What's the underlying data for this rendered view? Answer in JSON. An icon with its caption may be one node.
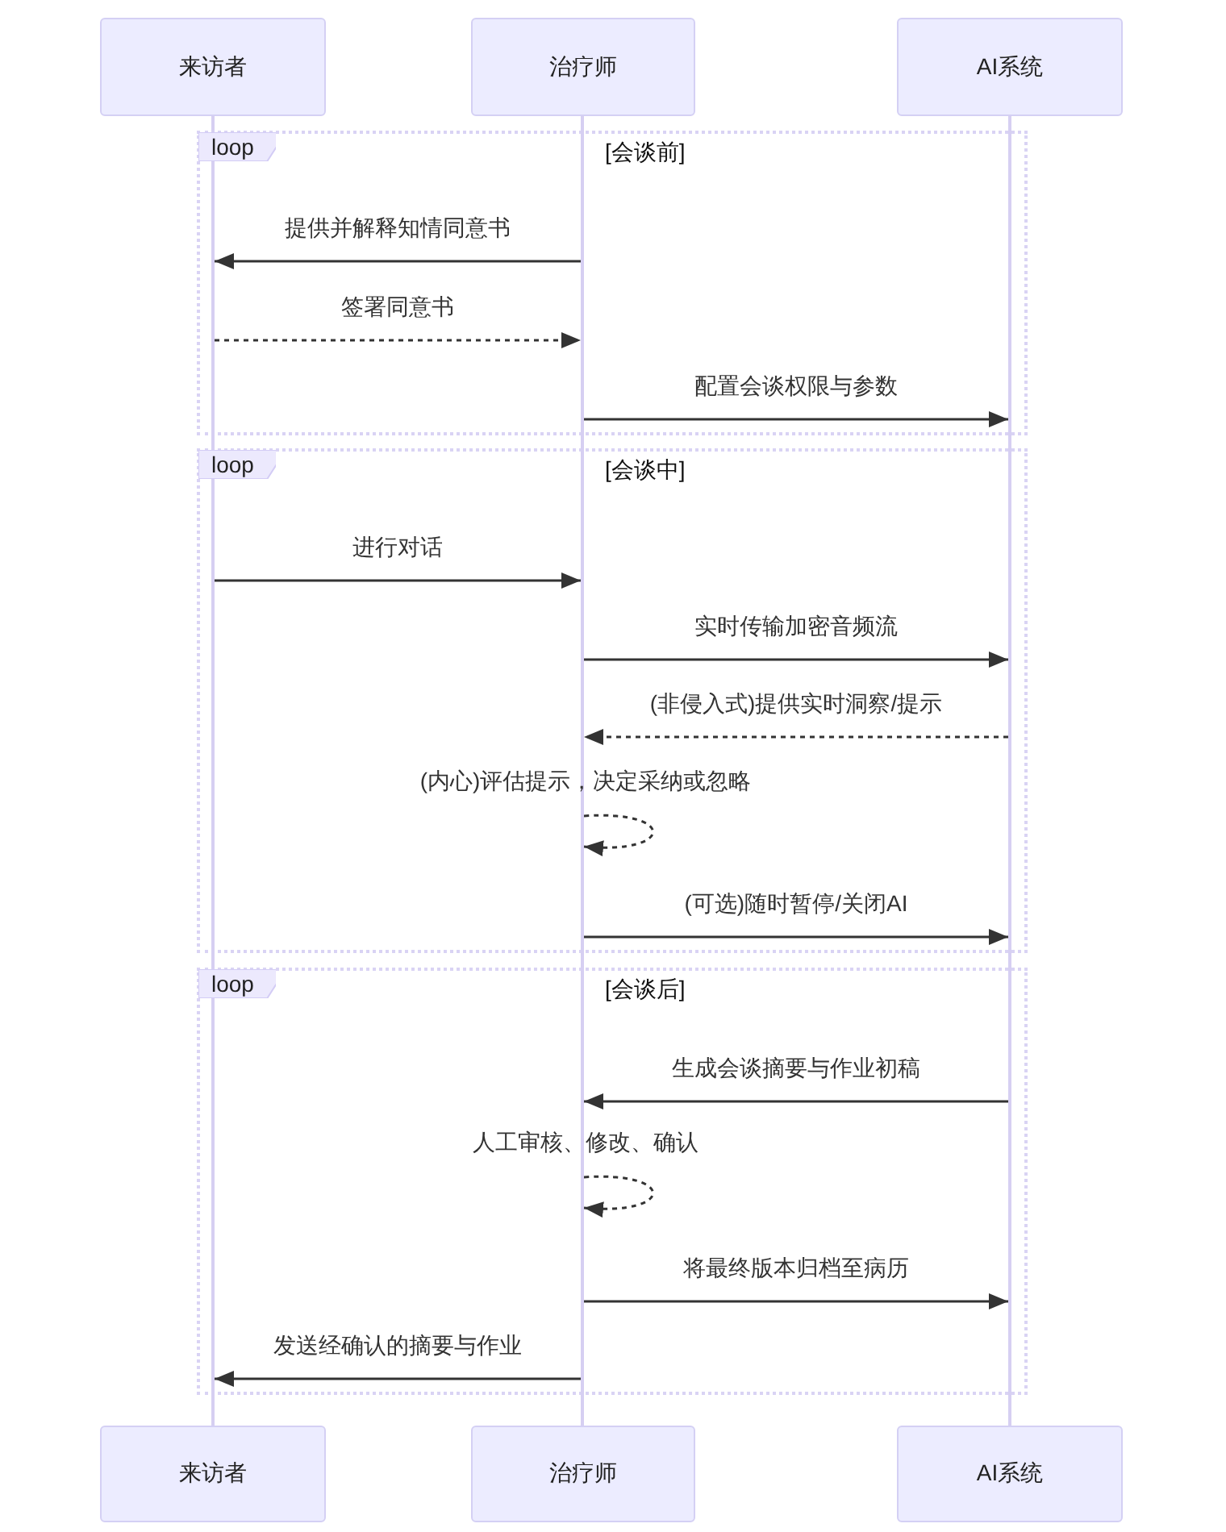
{
  "diagram": {
    "nodes": [
      {
        "text": [
          "来访者"
        ]
      },
      {
        "text": [
          "治疗师"
        ]
      },
      {
        "text": [
          "AI系统"
        ]
      },
      {
        "text": [],
        "shape": "line"
      },
      {
        "text": [],
        "shape": "line"
      },
      {
        "text": [],
        "shape": "line"
      },
      {
        "text": [
          "来访者"
        ]
      },
      {
        "text": [
          "治疗师"
        ]
      },
      {
        "text": [
          "AI系统"
        ]
      }
    ],
    "edges": [
      {
        "from": 4,
        "to": 3,
        "arrow": "to",
        "label": "提供并解释知情同意书"
      },
      {
        "from": 3,
        "to": 4,
        "arrow": "to",
        "label": "签署同意书",
        "style": "dashed"
      },
      {
        "from": 4,
        "to": 5,
        "arrow": "to",
        "label": "配置会谈权限与参数"
      },
      {
        "from": 3,
        "to": 4,
        "arrow": "to",
        "label": "进行对话"
      },
      {
        "from": 4,
        "to": 5,
        "arrow": "to",
        "label": "实时传输加密音频流"
      },
      {
        "from": 5,
        "to": 4,
        "arrow": "to",
        "label": "(非侵入式)提供实时洞察/提示",
        "style": "dashed"
      },
      {
        "from": 4,
        "to": 4,
        "arrow": "to",
        "label": "(内心)评估提示，决定采纳或忽略",
        "style": "dashed"
      },
      {
        "from": 4,
        "to": 5,
        "arrow": "to",
        "label": "(可选)随时暂停/关闭AI"
      },
      {
        "from": 5,
        "to": 4,
        "arrow": "to",
        "label": "生成会谈摘要与作业初稿"
      },
      {
        "from": 4,
        "to": 4,
        "arrow": "to",
        "label": "人工审核、修改、确认",
        "style": "dashed"
      },
      {
        "from": 4,
        "to": 5,
        "arrow": "to",
        "label": "将最终版本归档至病历"
      },
      {
        "from": 4,
        "to": 3,
        "arrow": "to",
        "label": "发送经确认的摘要与作业"
      }
    ],
    "labels": [
      "loop",
      "[会谈前]",
      "loop",
      "[会谈中]",
      "loop",
      "[会谈后]"
    ]
  }
}
